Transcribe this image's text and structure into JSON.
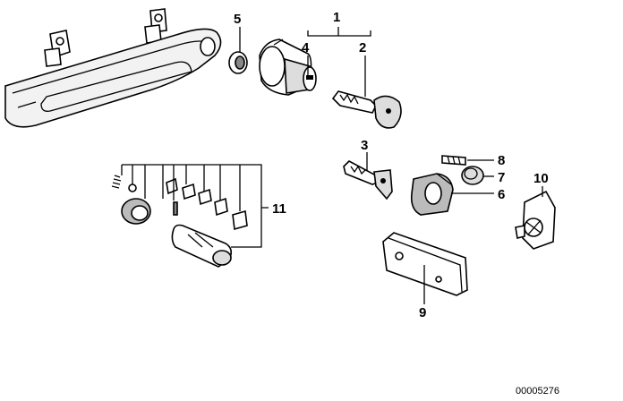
{
  "callouts": {
    "c1": "1",
    "c2": "2",
    "c3": "3",
    "c4": "4",
    "c5": "5",
    "c6": "6",
    "c7": "7",
    "c8": "8",
    "c9": "9",
    "c10": "10",
    "c11": "11"
  },
  "reference_number": "00005276"
}
